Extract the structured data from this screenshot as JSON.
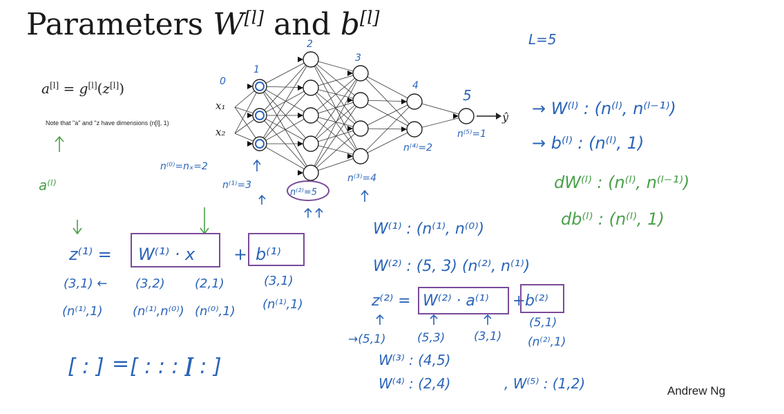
{
  "title": {
    "prefix": "Parameters ",
    "w": "W",
    "w_sup": "[l]",
    "mid": " and ",
    "b": "b",
    "b_sup": "[l]"
  },
  "formula": {
    "lhs": "a",
    "lhs_sup": "[l]",
    "eq": " = ",
    "g": "g",
    "g_sup": "[l]",
    "open": "(",
    "z": "z",
    "z_sup": "[l]",
    "close": ")"
  },
  "note": "Note that \"a\" and \"z have dimensions (n[l], 1)",
  "credit": "Andrew Ng",
  "handwriting": {
    "L_eq": "L=5",
    "layer_nums": [
      "0",
      "1",
      "2",
      "3",
      "4",
      "5"
    ],
    "x1": "x₁",
    "x2": "x₂",
    "yhat": "ŷ",
    "n0": "n⁽⁰⁾=nₓ=2",
    "n1": "n⁽¹⁾=3",
    "n2": "n⁽²⁾=5",
    "n3": "n⁽³⁾=4",
    "n4": "n⁽⁴⁾=2",
    "n5": "n⁽⁵⁾=1",
    "a_l": "a⁽ˡ⁾",
    "W_rule": "→ W⁽ˡ⁾ : (n⁽ˡ⁾, n⁽ˡ⁻¹⁾)",
    "b_rule": "→ b⁽ˡ⁾ : (n⁽ˡ⁾, 1)",
    "dW_rule": "dW⁽ˡ⁾ : (n⁽ˡ⁾, n⁽ˡ⁻¹⁾)",
    "db_rule": "db⁽ˡ⁾ : (n⁽ˡ⁾, 1)",
    "z1_eq": {
      "z": "z⁽¹⁾ =",
      "w": "W⁽¹⁾ · x",
      "plus": "+",
      "b": "b⁽¹⁾"
    },
    "dims_row1": [
      "(3,1) ←",
      "(3,2)",
      "(2,1)",
      "(3,1)"
    ],
    "dims_row2": [
      "(n⁽¹⁾,1)",
      "(n⁽¹⁾,n⁽⁰⁾)",
      "(n⁽⁰⁾,1)",
      "(n⁽¹⁾,1)"
    ],
    "matrix_eq": [
      "[ : ]",
      "=",
      "[ : : : ]",
      "[ : ]"
    ],
    "W1_dim": "W⁽¹⁾ : (n⁽¹⁾, n⁽⁰⁾)",
    "W2_dim": "W⁽²⁾ : (5, 3)   (n⁽²⁾, n⁽¹⁾)",
    "z2_eq": {
      "z": "z⁽²⁾ =",
      "wa": "W⁽²⁾ · a⁽¹⁾",
      "plus": "+",
      "b": "b⁽²⁾"
    },
    "dims2": [
      "→(5,1)",
      "(5,3)",
      "(3,1)",
      "(5,1)"
    ],
    "n2_1": "(n⁽²⁾,1)",
    "W3_dim": "W⁽³⁾ : (4,5)",
    "W4_dim": "W⁽⁴⁾ : (2,4)",
    "W5_dim": ", W⁽⁵⁾ : (1,2)"
  }
}
